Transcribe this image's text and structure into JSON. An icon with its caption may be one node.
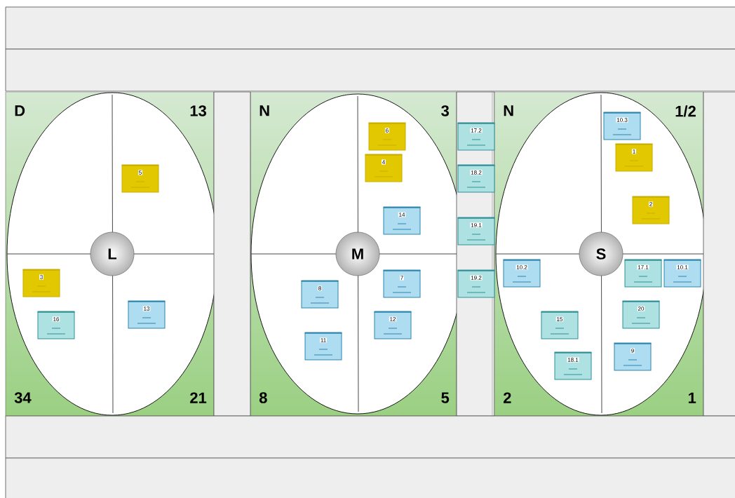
{
  "diagram": {
    "nodes": [
      {
        "text": [
          "D",
          "13",
          "34",
          "21"
        ]
      },
      {
        "text": [
          "L"
        ],
        "in": 0
      },
      {
        "text": [
          "5"
        ],
        "in": 0
      },
      {
        "text": [
          "3"
        ],
        "in": 0
      },
      {
        "text": [
          "16"
        ],
        "in": 0
      },
      {
        "text": [
          "13"
        ],
        "in": 0
      },
      {
        "text": [
          "N",
          "3",
          "8",
          "5"
        ]
      },
      {
        "text": [
          "M"
        ],
        "in": 6
      },
      {
        "text": [
          "6"
        ],
        "in": 6
      },
      {
        "text": [
          "4"
        ],
        "in": 6
      },
      {
        "text": [
          "14"
        ],
        "in": 6
      },
      {
        "text": [
          "7"
        ],
        "in": 6
      },
      {
        "text": [
          "8"
        ],
        "in": 6
      },
      {
        "text": [
          "12"
        ],
        "in": 6
      },
      {
        "text": [
          "11"
        ],
        "in": 6
      },
      {
        "text": [],
        "shape": "box"
      },
      {
        "text": [
          "17.2"
        ],
        "in": 15
      },
      {
        "text": [
          "18.2"
        ],
        "in": 15
      },
      {
        "text": [
          "19.1"
        ],
        "in": 15
      },
      {
        "text": [
          "19.2"
        ],
        "in": 15
      },
      {
        "text": [
          "N",
          "1/2",
          "2",
          "1"
        ]
      },
      {
        "text": [
          "S"
        ],
        "in": 20
      },
      {
        "text": [
          "10.3"
        ],
        "in": 20
      },
      {
        "text": [
          "1"
        ],
        "in": 20
      },
      {
        "text": [
          "2"
        ],
        "in": 20
      },
      {
        "text": [
          "10.2"
        ],
        "in": 20
      },
      {
        "text": [
          "17.1"
        ],
        "in": 20
      },
      {
        "text": [
          "10.1"
        ],
        "in": 20
      },
      {
        "text": [
          "20"
        ],
        "in": 20
      },
      {
        "text": [
          "15"
        ],
        "in": 20
      },
      {
        "text": [
          "9"
        ],
        "in": 20
      },
      {
        "text": [
          "18.1"
        ],
        "in": 20
      },
      {
        "text": [],
        "shape": "box"
      },
      {
        "text": [],
        "shape": "box"
      },
      {
        "text": [],
        "shape": "box"
      },
      {
        "text": [],
        "shape": "box"
      },
      {
        "text": [],
        "shape": "box"
      },
      {
        "text": [],
        "shape": "box"
      }
    ]
  }
}
